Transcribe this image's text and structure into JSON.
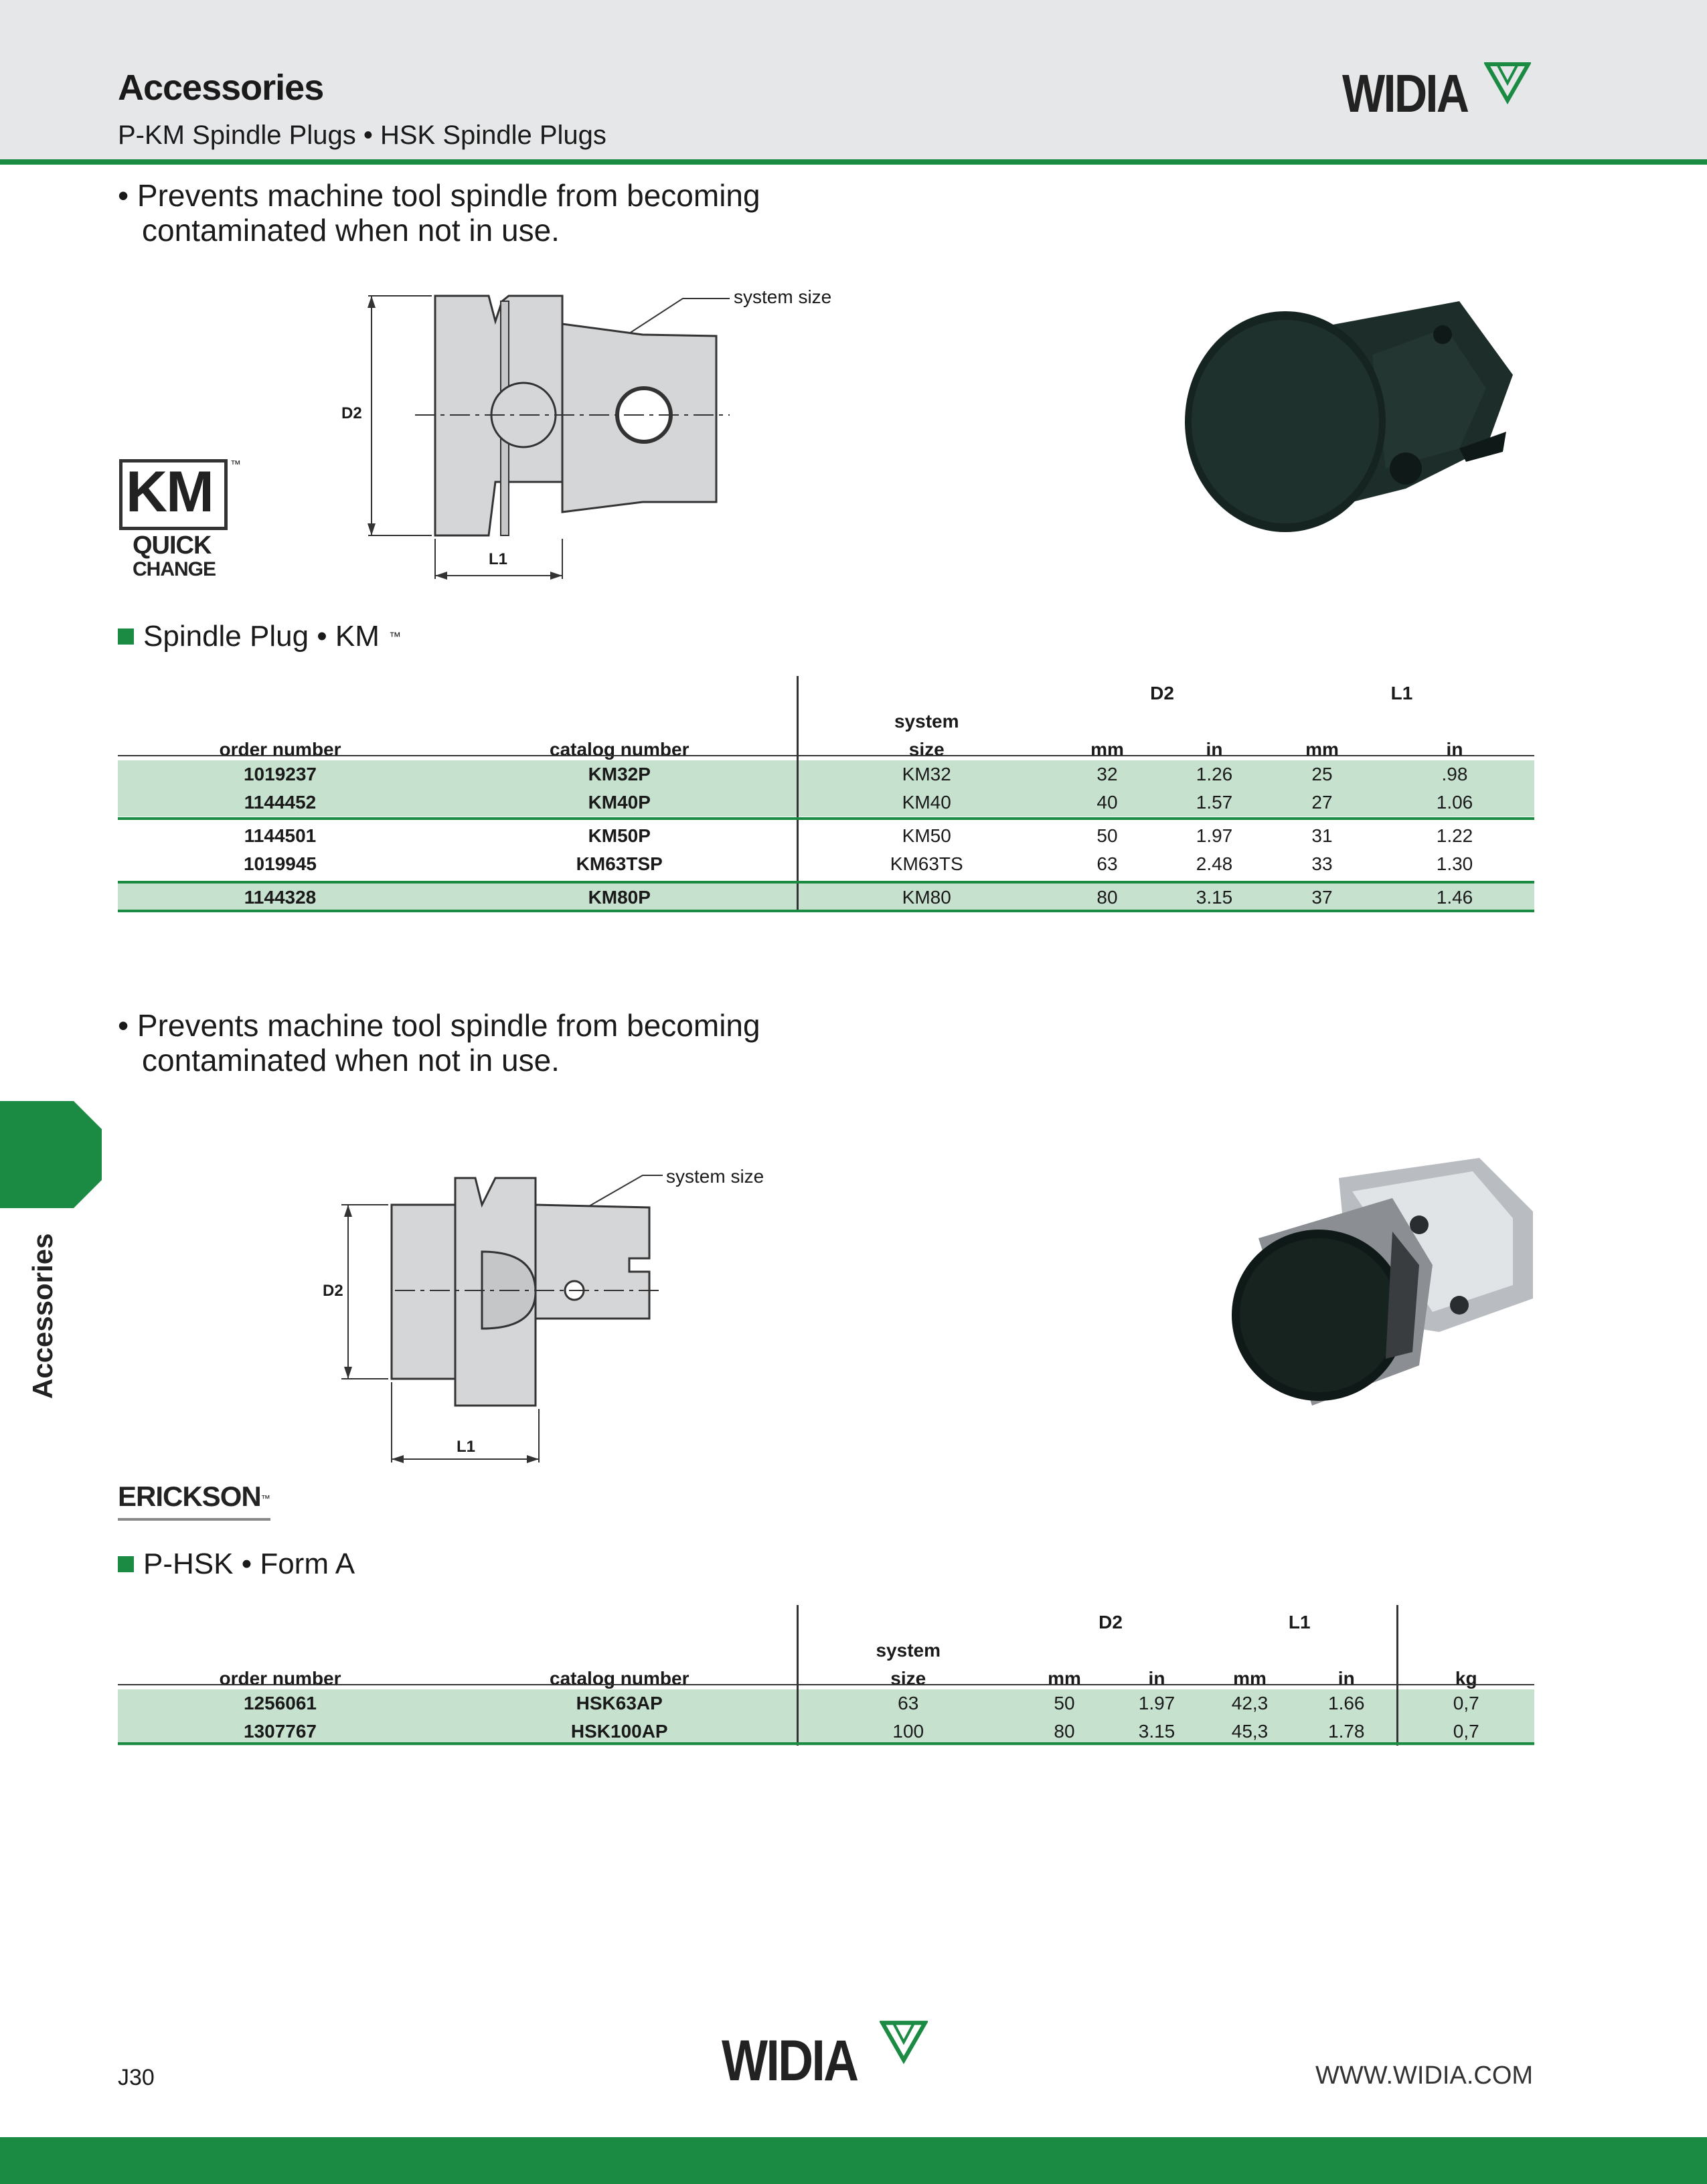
{
  "header": {
    "title": "Accessories",
    "subtitle": "P-KM Spindle Plugs • HSK Spindle Plugs",
    "logo": "WIDIA"
  },
  "section1": {
    "bullet_line1": "• Prevents machine tool spindle from becoming",
    "bullet_line2": "contaminated when not in use.",
    "drawing_labels": {
      "system_size": "system size",
      "d2": "D2",
      "l1": "L1"
    },
    "badge": {
      "km": "KM",
      "quick": "QUICK",
      "change": "CHANGE",
      "tm": "™"
    },
    "heading": "Spindle Plug • KM",
    "heading_tm": "™",
    "table": {
      "group_headers": {
        "d2": "D2",
        "l1": "L1"
      },
      "columns": [
        "order number",
        "catalog number",
        "system",
        "size",
        "mm",
        "in",
        "mm",
        "in"
      ],
      "rows": [
        [
          "1019237",
          "KM32P",
          "KM32",
          "32",
          "1.26",
          "25",
          ".98"
        ],
        [
          "1144452",
          "KM40P",
          "KM40",
          "40",
          "1.57",
          "27",
          "1.06"
        ],
        [
          "1144501",
          "KM50P",
          "KM50",
          "50",
          "1.97",
          "31",
          "1.22"
        ],
        [
          "1019945",
          "KM63TSP",
          "KM63TS",
          "63",
          "2.48",
          "33",
          "1.30"
        ],
        [
          "1144328",
          "KM80P",
          "KM80",
          "80",
          "3.15",
          "37",
          "1.46"
        ]
      ]
    }
  },
  "section2": {
    "bullet_line1": "• Prevents machine tool spindle from becoming",
    "bullet_line2": "contaminated when not in use.",
    "drawing_labels": {
      "system_size": "system size",
      "d2": "D2",
      "l1": "L1"
    },
    "brand": "ERICKSON",
    "brand_tm": "™",
    "heading": "P-HSK • Form A",
    "table": {
      "group_headers": {
        "d2": "D2",
        "l1": "L1"
      },
      "columns": [
        "order number",
        "catalog number",
        "system",
        "size",
        "mm",
        "in",
        "mm",
        "in",
        "kg"
      ],
      "rows": [
        [
          "1256061",
          "HSK63AP",
          "63",
          "50",
          "1.97",
          "42,3",
          "1.66",
          "0,7"
        ],
        [
          "1307767",
          "HSK100AP",
          "100",
          "80",
          "3.15",
          "45,3",
          "1.78",
          "0,7"
        ]
      ]
    }
  },
  "side_tab": {
    "label": "Accessories"
  },
  "footer": {
    "page": "J30",
    "logo": "WIDIA",
    "url": "WWW.WIDIA.COM"
  },
  "colors": {
    "brand_green": "#1b8a43",
    "band_green": "#c7e1cf",
    "header_gray": "#e6e7e8"
  }
}
